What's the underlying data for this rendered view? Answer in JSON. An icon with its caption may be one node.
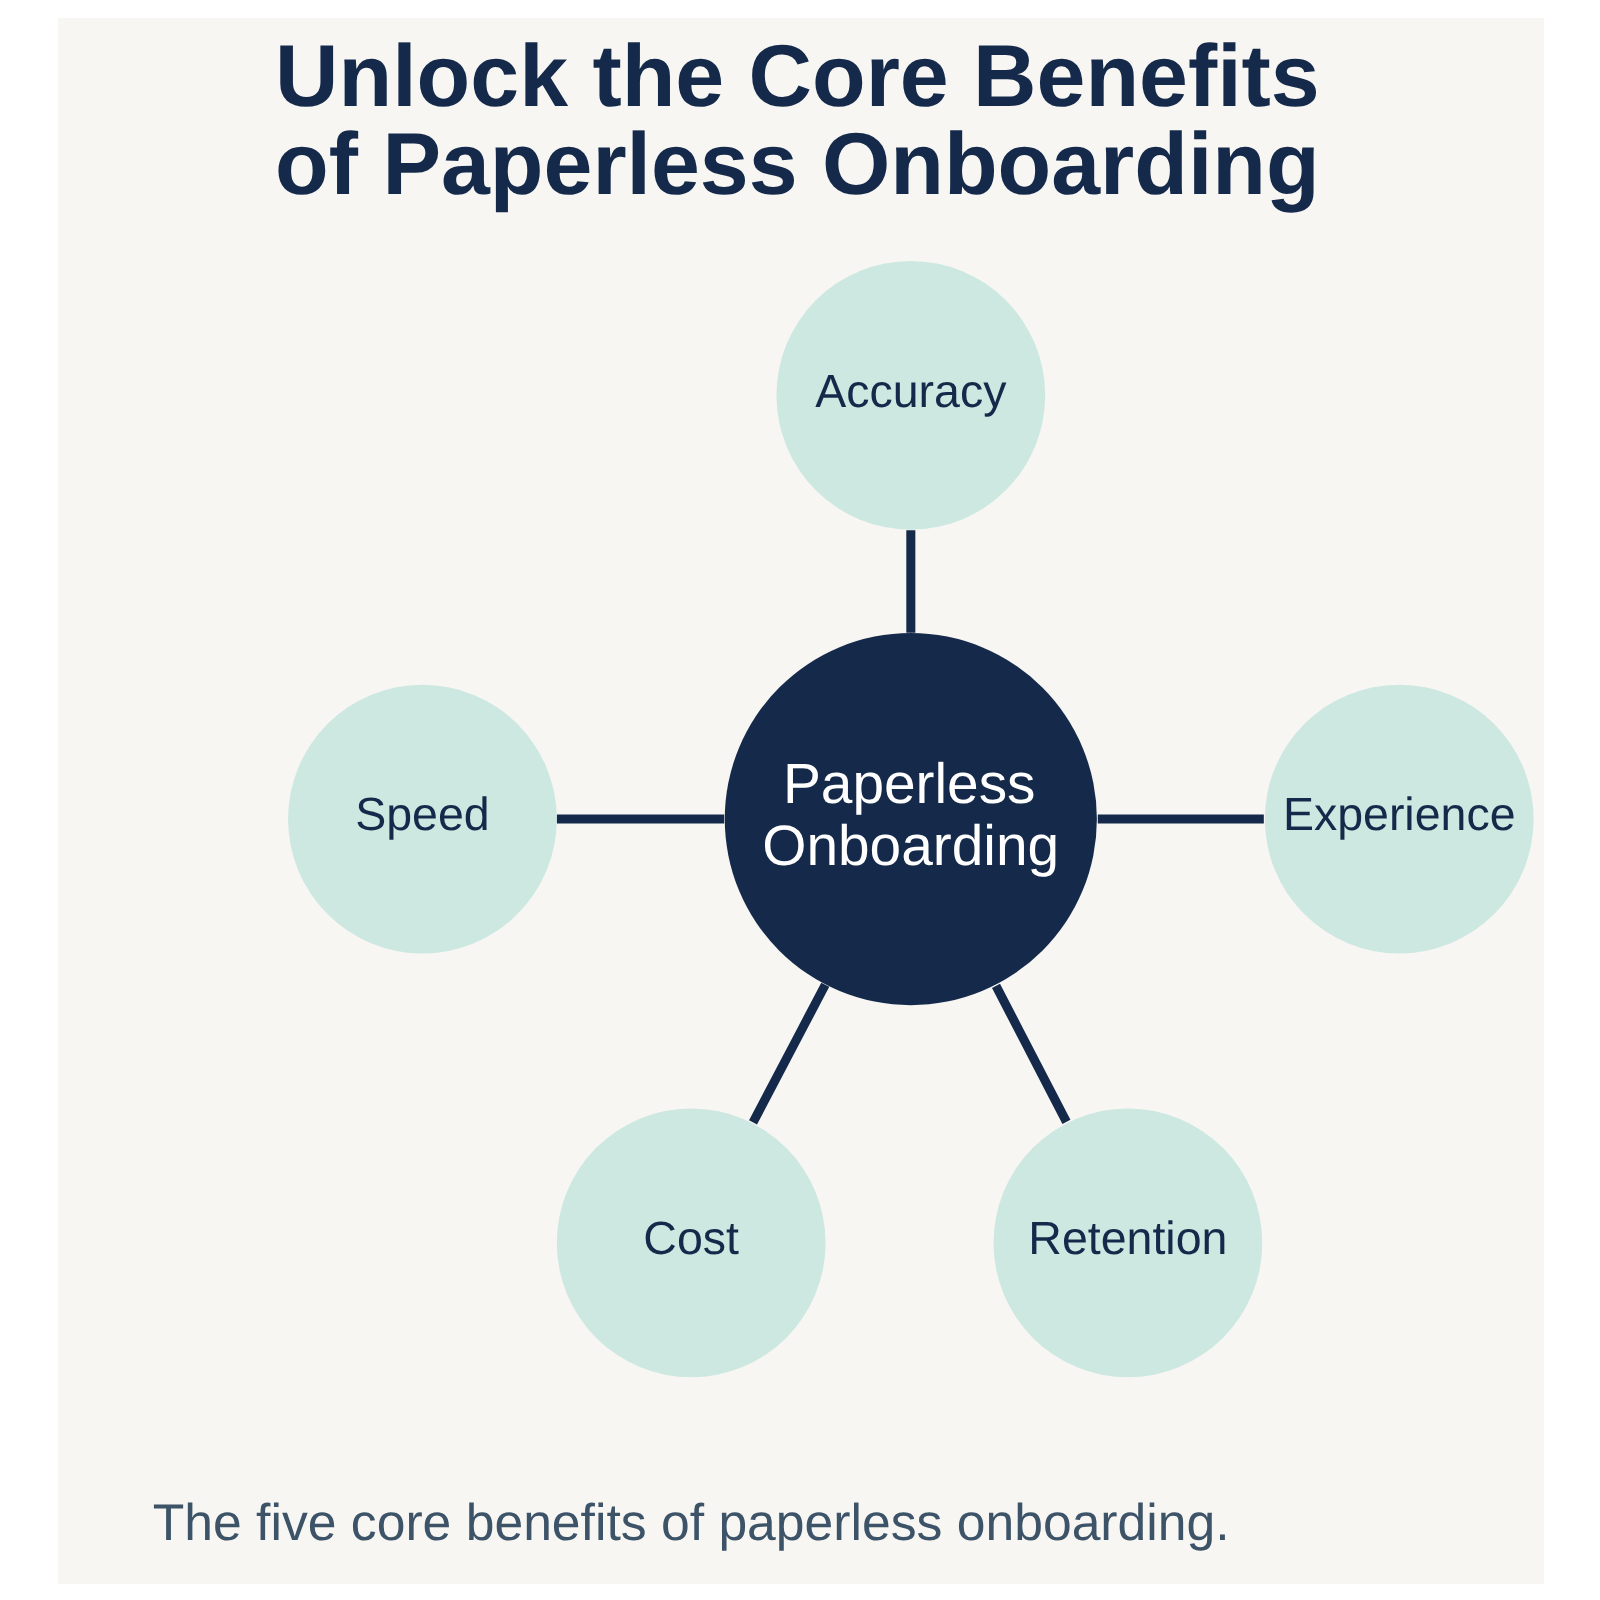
{
  "diagram": {
    "title": "Unlock the Core Benefits of Paperless Onboarding",
    "caption": "The five core benefits of paperless onboarding.",
    "nodes": [
      {
        "text": [
          "Accuracy"
        ]
      },
      {
        "text": [
          "Speed"
        ]
      },
      {
        "text": [
          "Experience"
        ]
      },
      {
        "text": [
          "Paperless Onboarding"
        ]
      },
      {
        "text": [
          "Cost"
        ]
      },
      {
        "text": [
          "Retention"
        ]
      }
    ],
    "edges": [
      {
        "from": 0,
        "to": 3,
        "arrow": "none"
      },
      {
        "from": 1,
        "to": 3,
        "arrow": "none"
      },
      {
        "from": 3,
        "to": 2,
        "arrow": "none"
      },
      {
        "from": 3,
        "to": 4,
        "arrow": "none"
      },
      {
        "from": 3,
        "to": 5,
        "arrow": "none"
      }
    ]
  }
}
